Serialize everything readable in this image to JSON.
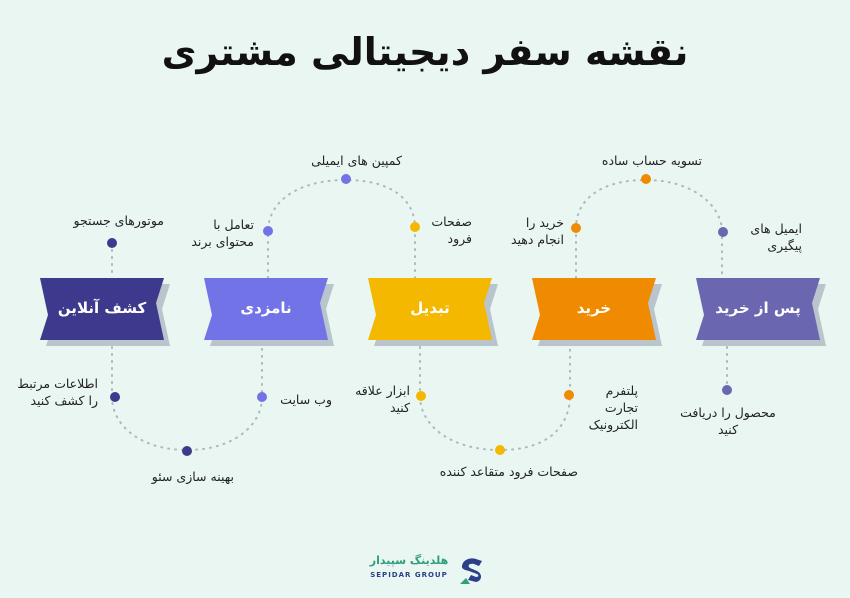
{
  "title": "نقشه سفر دیجیتالی مشتری",
  "colors": {
    "background": "#e9f6f1",
    "discovery": "#3d3a8e",
    "candidate": "#7373e8",
    "conversion": "#f5b800",
    "purchase": "#f08a00",
    "post_purchase": "#6a66b0",
    "shadow": "#b9c4cc",
    "dots": "#a9b9bd"
  },
  "stages": [
    {
      "label": "کشف آنلاین"
    },
    {
      "label": "نامزدی"
    },
    {
      "label": "تبدیل"
    },
    {
      "label": "خرید"
    },
    {
      "label": "پس از خرید"
    }
  ],
  "labels": {
    "search_engines": "موتورهای جستجو",
    "brand_content": [
      "تعامل با",
      "محتوای برند"
    ],
    "email_campaigns": "کمپین های ایمیلی",
    "landing_pages": [
      "صفحات",
      "فرود"
    ],
    "easy_checkout": "تسویه حساب ساده",
    "make_purchase": [
      "خرید را",
      "انجام دهید"
    ],
    "tracking_emails": [
      "ایمیل های",
      "پیگیری"
    ],
    "related_info": [
      "اطلاعات مرتبط",
      "را کشف کنید"
    ],
    "seo": "بهینه سازی سئو",
    "website": "وب سایت",
    "interest_tools": [
      "ابزار علاقه",
      "کنید"
    ],
    "convincing_landing": "صفحات فرود متقاعد کننده",
    "ecommerce_platform": [
      "پلتفرم",
      "تجارت",
      "الکترونیک"
    ],
    "receive_product": [
      "محصول را دریافت",
      "کنید"
    ]
  },
  "logo": {
    "name_fa": "هلدینگ سپیدار",
    "name_en": "SEPIDAR GROUP"
  }
}
